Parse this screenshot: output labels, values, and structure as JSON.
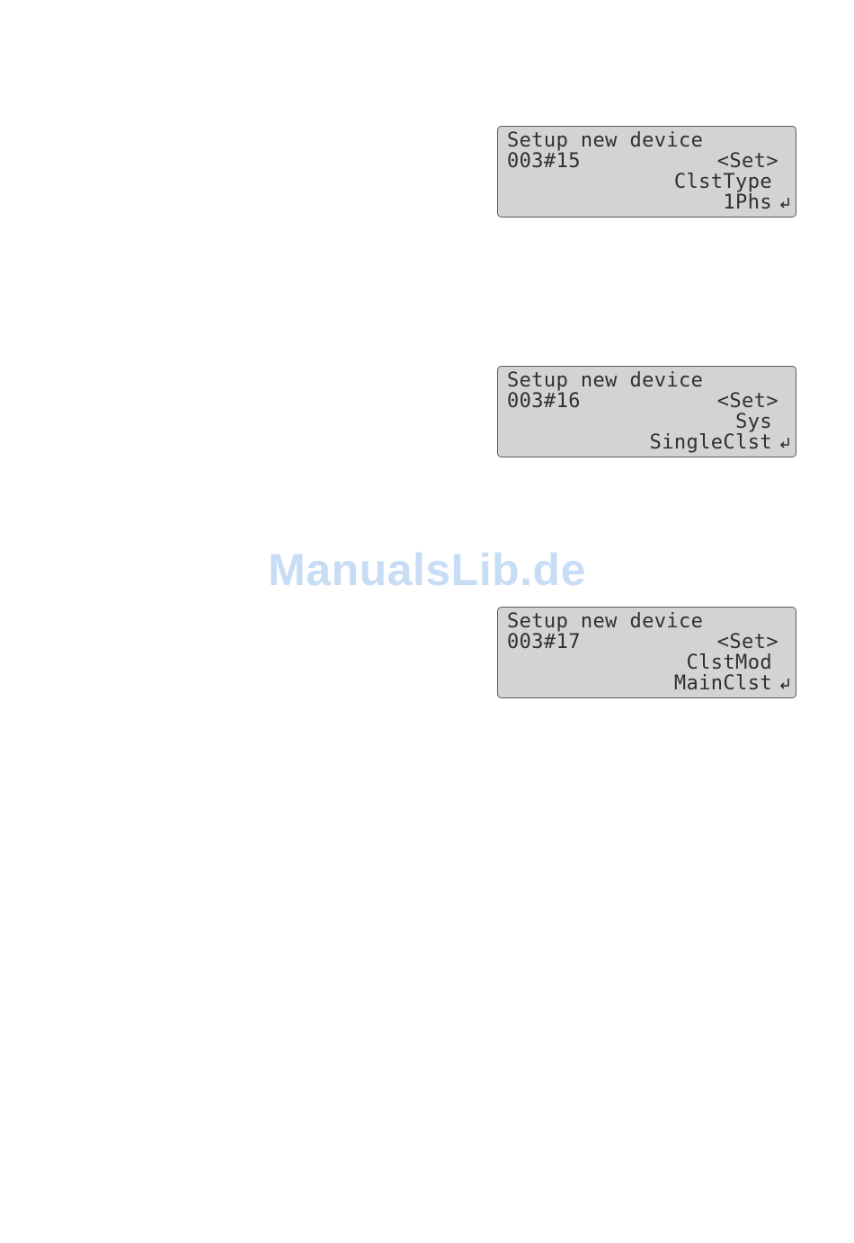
{
  "watermark": {
    "text": "ManualsLib.de",
    "color": "#c7dcf5"
  },
  "lcd_panels": [
    {
      "title": "Setup new device",
      "step": "003#15",
      "action": "<Set>",
      "action_icon": "enter-icon",
      "parameter": "ClstType",
      "value": "1Phs"
    },
    {
      "title": "Setup new device",
      "step": "003#16",
      "action": "<Set>",
      "action_icon": "enter-icon",
      "parameter": "Sys",
      "value": "SingleClst"
    },
    {
      "title": "Setup new device",
      "step": "003#17",
      "action": "<Set>",
      "action_icon": "enter-icon",
      "parameter": "ClstMod",
      "value": "MainClst"
    }
  ],
  "colors": {
    "lcd_background": "#d3d3d3",
    "lcd_text": "#303030",
    "lcd_border": "#5a5a5a"
  }
}
